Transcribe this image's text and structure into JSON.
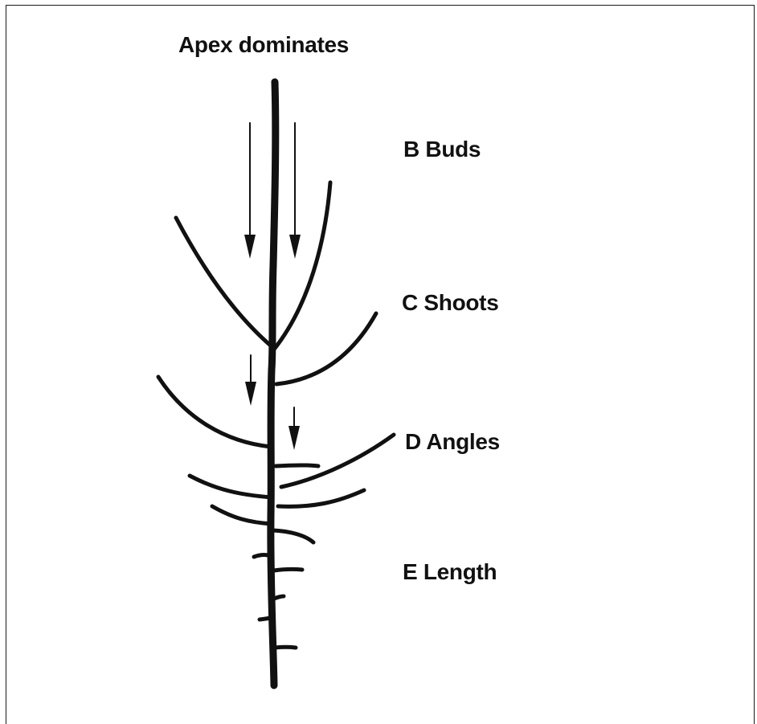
{
  "diagram": {
    "title": "Apex dominates",
    "labels": {
      "b": "B Buds",
      "c": "C Shoots",
      "d": "D Angles",
      "e": "E Length"
    },
    "colors": {
      "ink": "#111111",
      "background": "#ffffff"
    }
  }
}
